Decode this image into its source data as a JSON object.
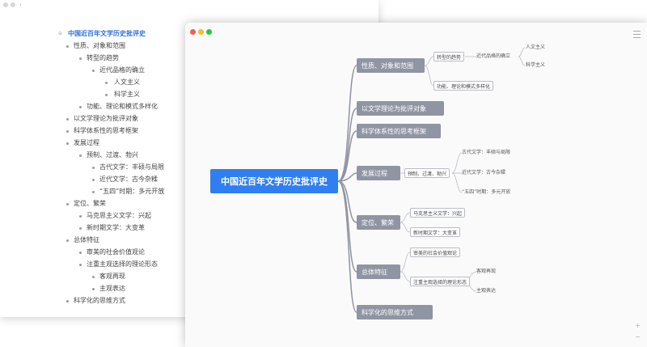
{
  "outline": {
    "root": "中国近百年文学历史批评史",
    "items": [
      "性质、对象和范围",
      "转型的趋势",
      "近代品格的确立",
      "人文主义",
      "科学主义",
      "功能、理论和模式多样化",
      "以文学理论为批评对象",
      "科学体系性的思考框架",
      "发展过程",
      "预制、过渡、勃兴",
      "古代文学：丰硕与局限",
      "近代文学：古今杂糅",
      "“五四”时期：多元开放",
      "定位、繁荣",
      "马克思主义文学：兴起",
      "新时期文学：大变革",
      "总体特征",
      "审美的社会价值观论",
      "注重主观选择的理论形态",
      "客观再现",
      "主观表达",
      "科学化的思维方式"
    ]
  },
  "mindmap": {
    "root": "中国近百年文学历史批评史",
    "topics": [
      "性质、对象和范围",
      "以文学理论为批评对象",
      "科学体系性的思考框架",
      "发展过程",
      "定位、繁荣",
      "总体特征",
      "科学化的思维方式"
    ],
    "subs": [
      "转型的趋势",
      "功能、理论和模式多样化",
      "预制、过渡、勃兴",
      "马克思主义文学：兴起",
      "新时期文学：大变革",
      "审美的社会价值观论",
      "注重主观选择的理论形态"
    ],
    "leaves": [
      "近代品格的确立",
      "人文主义",
      "科学主义",
      "古代文学：丰硕与局限",
      "近代文学：古今杂糅",
      "“五四”时期：多元开放",
      "客观再现",
      "主观表达"
    ],
    "zoom_in": "+",
    "zoom_out": "−"
  },
  "colors": {
    "accent": "#2f7ff0",
    "topic": "#9095a3",
    "close": "#f25f57",
    "minimize": "#f7bd2f",
    "maximize": "#29c740"
  }
}
